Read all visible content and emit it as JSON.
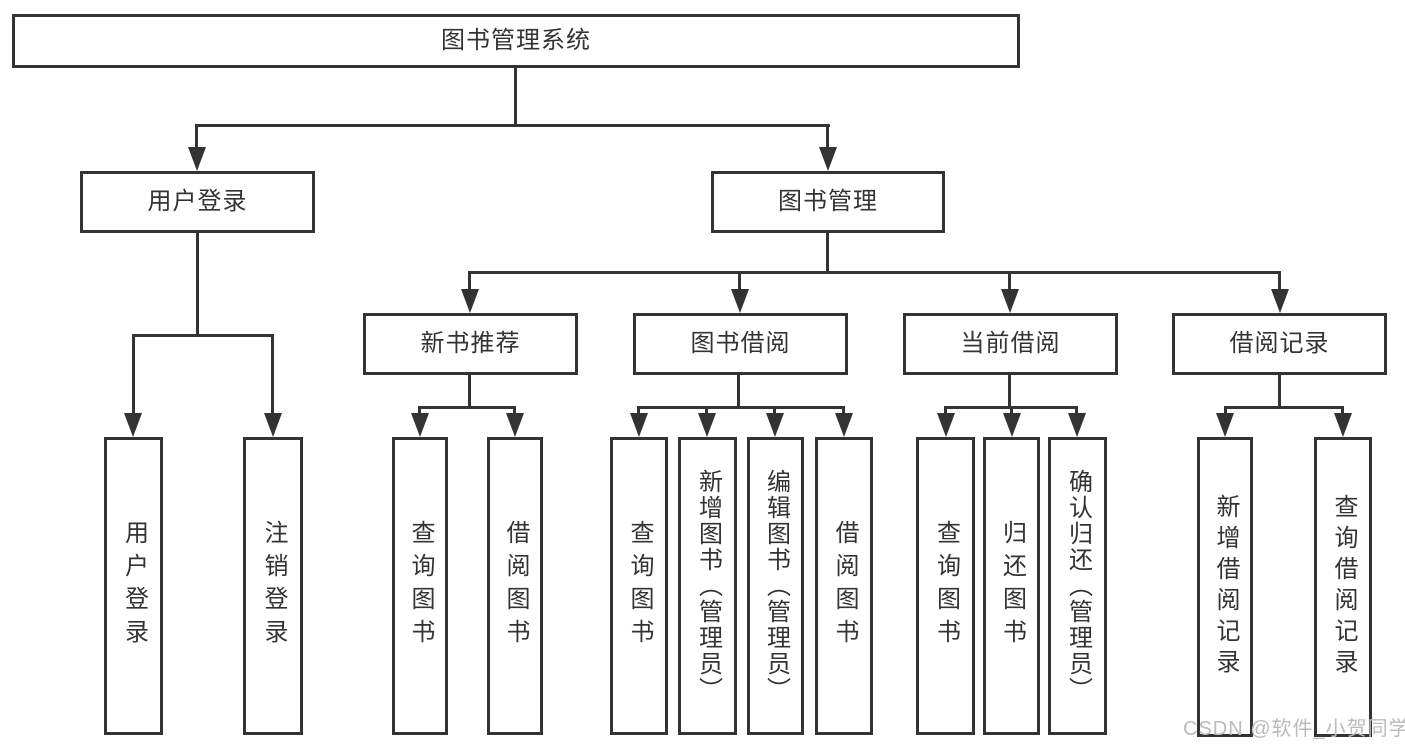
{
  "tree": {
    "root": {
      "label": "图书管理系统"
    },
    "user_login": {
      "label": "用户登录",
      "children": [
        {
          "label": "用户登录"
        },
        {
          "label": "注销登录"
        }
      ]
    },
    "book_mgmt": {
      "label": "图书管理",
      "children": [
        {
          "label": "新书推荐",
          "children": [
            {
              "label": "查询图书"
            },
            {
              "label": "借阅图书"
            }
          ]
        },
        {
          "label": "图书借阅",
          "children": [
            {
              "label": "查询图书"
            },
            {
              "label": "新增图书（管理员）"
            },
            {
              "label": "编辑图书（管理员）"
            },
            {
              "label": "借阅图书"
            }
          ]
        },
        {
          "label": "当前借阅",
          "children": [
            {
              "label": "查询图书"
            },
            {
              "label": "归还图书"
            },
            {
              "label": "确认归还（管理员）"
            }
          ]
        },
        {
          "label": "借阅记录",
          "children": [
            {
              "label": "新增借阅记录"
            },
            {
              "label": "查询借阅记录"
            }
          ]
        }
      ]
    }
  },
  "watermark": "CSDN @软件_小贺同学",
  "colors": {
    "line": "#333333",
    "text": "#333333",
    "box_bg": "#ffffff",
    "page_bg": "#ffffff",
    "watermark": "#bbbbbb"
  }
}
